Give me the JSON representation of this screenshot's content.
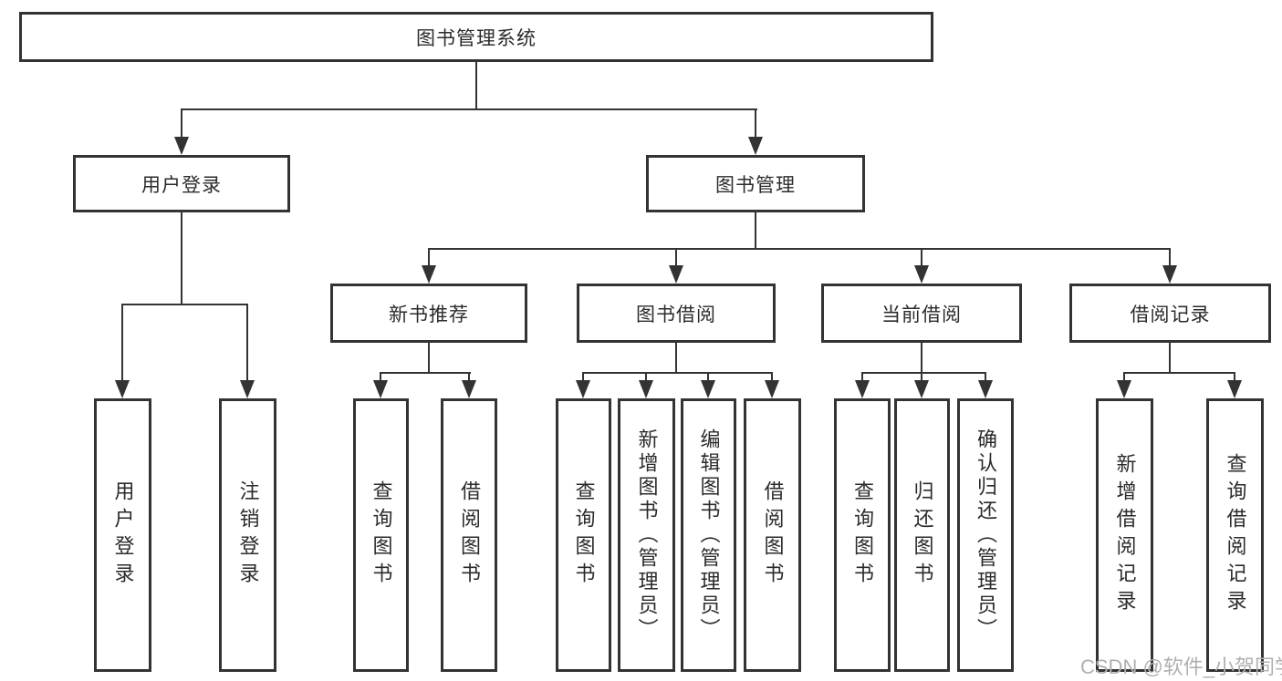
{
  "diagram": {
    "type": "tree",
    "tree": {
      "root": "图书管理系统",
      "branches": [
        {
          "label": "用户登录",
          "children": [
            "用户登录",
            "注销登录"
          ]
        },
        {
          "label": "图书管理",
          "groups": [
            {
              "label": "新书推荐",
              "children": [
                "查询图书",
                "借阅图书"
              ]
            },
            {
              "label": "图书借阅",
              "children": [
                "查询图书",
                "新增图书（管理员）",
                "编辑图书（管理员）",
                "借阅图书"
              ]
            },
            {
              "label": "当前借阅",
              "children": [
                "查询图书",
                "归还图书",
                "确认归还（管理员）"
              ]
            },
            {
              "label": "借阅记录",
              "children": [
                "新增借阅记录",
                "查询借阅记录"
              ]
            }
          ]
        }
      ]
    },
    "watermark": "CSDN @软件_小贺同学",
    "colors": {
      "line": "#333333",
      "text": "#2b2b2b",
      "background": "#ffffff",
      "watermark": "#b0b0b0"
    }
  }
}
